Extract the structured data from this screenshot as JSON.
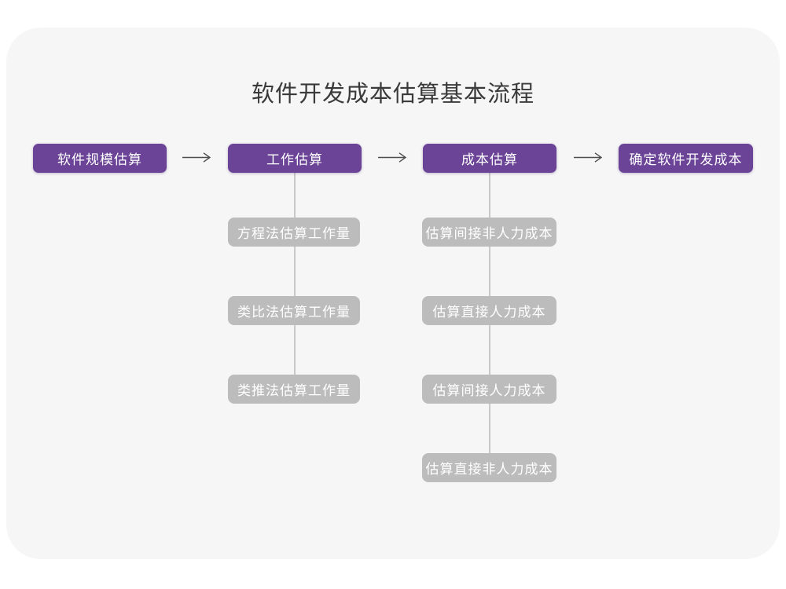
{
  "title": "软件开发成本估算基本流程",
  "colors": {
    "accent_purple": "#6B4397",
    "node_gray": "#BCBCBC",
    "card_bg": "#F6F6F7",
    "connector": "#C9C9C9",
    "arrow": "#4D4D4D",
    "title_text": "#3A3A3A",
    "node_text": "#FFFFFF"
  },
  "flow": {
    "main_nodes": [
      {
        "label": "软件规模估算"
      },
      {
        "label": "工作估算"
      },
      {
        "label": "成本估算"
      },
      {
        "label": "确定软件开发成本"
      }
    ],
    "sub_nodes_work": [
      {
        "label": "方程法估算工作量"
      },
      {
        "label": "类比法估算工作量"
      },
      {
        "label": "类推法估算工作量"
      }
    ],
    "sub_nodes_cost": [
      {
        "label": "估算间接非人力成本"
      },
      {
        "label": "估算直接人力成本"
      },
      {
        "label": "估算间接人力成本"
      },
      {
        "label": "估算直接非人力成本"
      }
    ]
  }
}
